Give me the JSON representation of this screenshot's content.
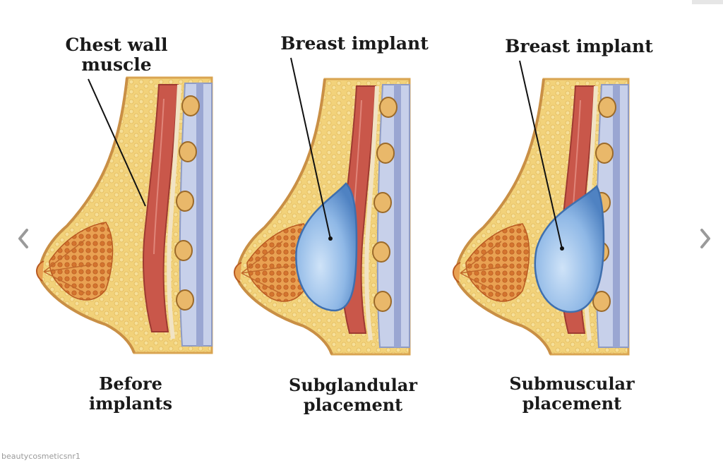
{
  "labels": {
    "chest_wall_line1": "Chest wall",
    "chest_wall_line2": "muscle",
    "implant_label_middle": "Breast implant",
    "implant_label_right": "Breast implant"
  },
  "captions": {
    "before_line1": "Before",
    "before_line2": "implants",
    "subglandular_line1": "Subglandular",
    "subglandular_line2": "placement",
    "submuscular_line1": "Submuscular",
    "submuscular_line2": "placement"
  },
  "watermark": "beautycosmeticsnr1",
  "colors": {
    "fat": "#f2d27a",
    "skin": "#e0b26a",
    "muscle": "#c9574a",
    "gland": "#e08a3c",
    "rib": "#b7c3e0",
    "implant": "#8fb8e6",
    "implant_edge": "#3f6fae"
  },
  "icons": {
    "prev": "chevron-left-icon",
    "next": "chevron-right-icon"
  }
}
